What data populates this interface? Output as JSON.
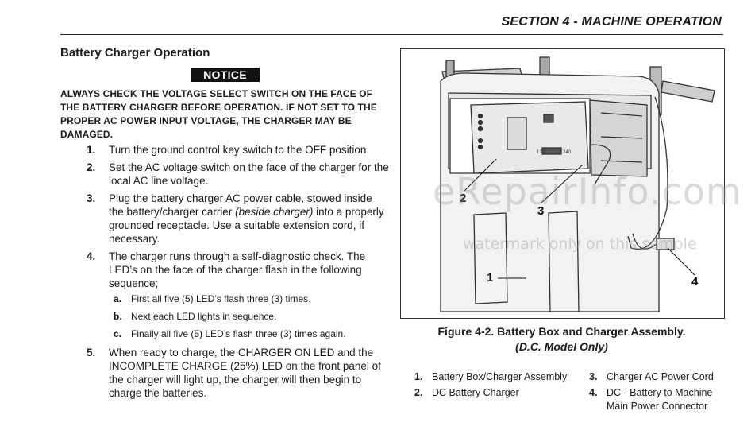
{
  "header": {
    "section": "SECTION 4 - MACHINE OPERATION"
  },
  "content": {
    "title": "Battery Charger Operation",
    "notice_label": "NOTICE",
    "notice_text": "ALWAYS CHECK THE VOLTAGE SELECT SWITCH ON THE FACE OF THE BATTERY CHARGER BEFORE OPERATION. IF NOT SET TO THE PROPER AC POWER INPUT VOLTAGE, THE CHARGER MAY BE DAMAGED.",
    "steps": [
      {
        "num": "1.",
        "text": "Turn the ground control key switch to the OFF position."
      },
      {
        "num": "2.",
        "text": "Set the AC voltage switch on the face of the charger for the local AC line voltage."
      },
      {
        "num": "3.",
        "text_before": "Plug the battery charger AC power cable, stowed inside the battery/charger carrier ",
        "text_italic": "(beside charger)",
        "text_after": " into a properly grounded receptacle. Use a suitable extension cord, if necessary."
      },
      {
        "num": "4.",
        "text": "The charger runs through a self-diagnostic check. The LED’s on the face of the charger flash in the following sequence;",
        "sub": [
          {
            "num": "a.",
            "text": "First all five (5) LED’s flash three (3) times."
          },
          {
            "num": "b.",
            "text": "Next each LED lights in sequence."
          },
          {
            "num": "c.",
            "text": "Finally all five (5) LED’s flash three (3) times again."
          }
        ]
      },
      {
        "num": "5.",
        "text": "When ready to charge, the CHARGER ON LED and the INCOMPLETE CHARGE (25%) LED on the front panel of the charger will light up, the charger will then begin to charge the batteries."
      }
    ]
  },
  "figure": {
    "callouts": [
      "1",
      "2",
      "3",
      "4"
    ],
    "switch_left": "120",
    "switch_right": "240",
    "caption": "Figure 4-2. Battery Box and Charger Assembly.",
    "caption_sub": "(D.C. Model Only)",
    "legend": [
      {
        "num": "1.",
        "text": "Battery Box/Charger Assembly"
      },
      {
        "num": "2.",
        "text": "DC Battery Charger"
      },
      {
        "num": "3.",
        "text": "Charger AC Power Cord"
      },
      {
        "num": "4.",
        "text": "DC - Battery to Machine Main Power Connector"
      }
    ]
  },
  "watermark": {
    "site": "eRepairInfo.com",
    "note": "watermark only on this sample"
  }
}
